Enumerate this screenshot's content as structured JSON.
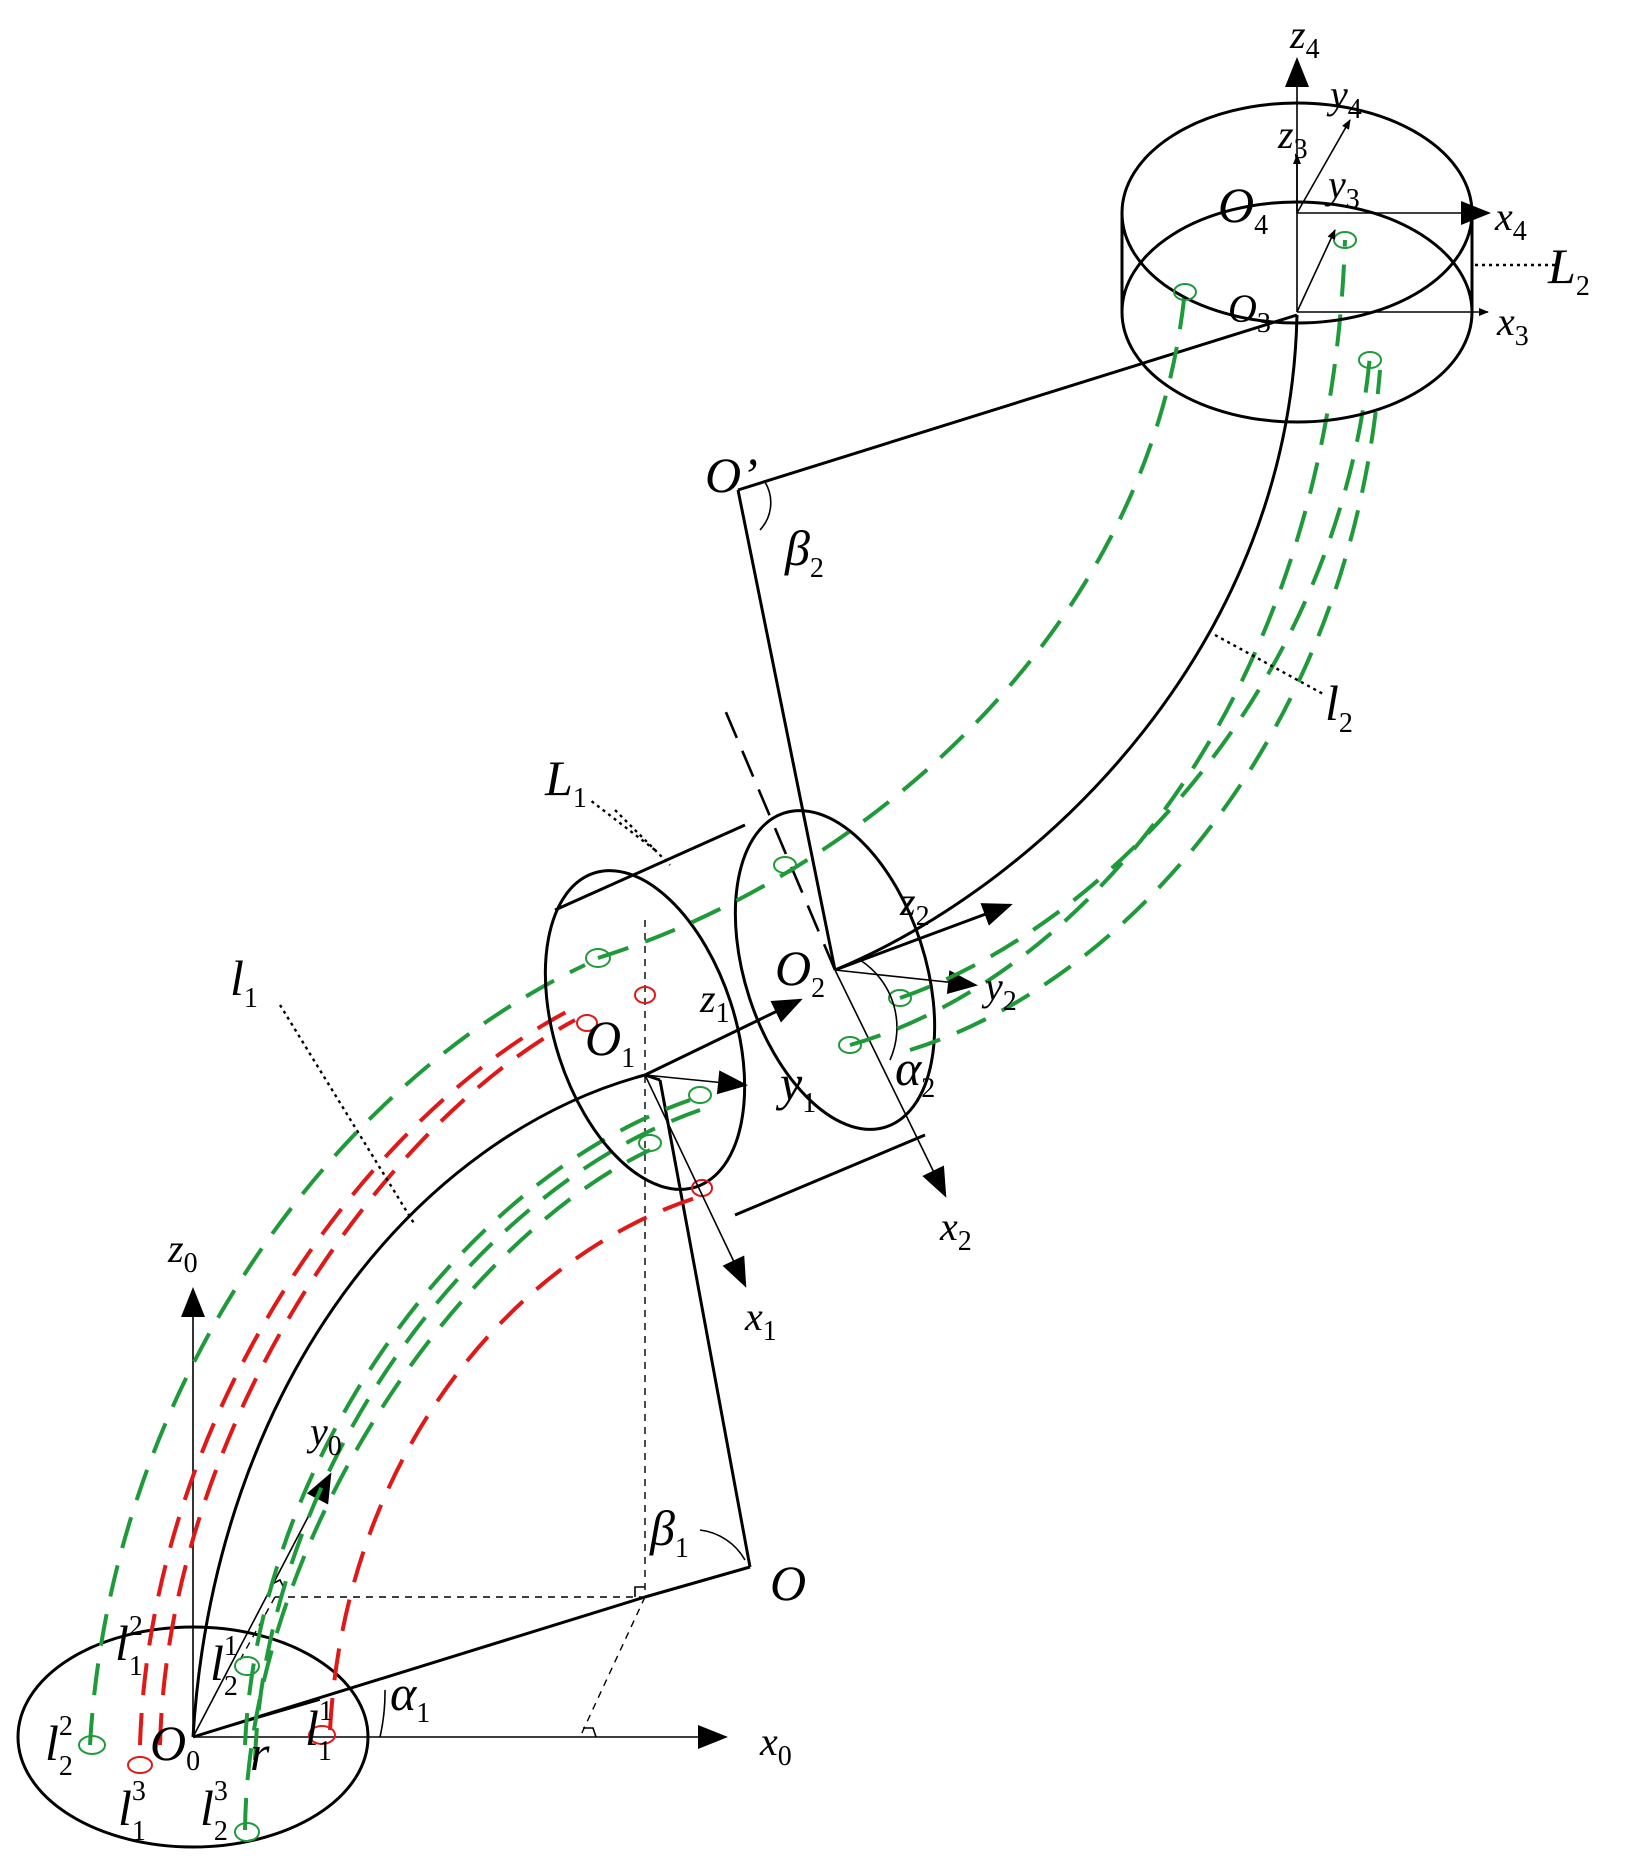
{
  "colors": {
    "line": "#000000",
    "tendon_green": "#1f9a3a",
    "tendon_red": "#e01818"
  },
  "labels": {
    "z0": "z",
    "z0_sub": "0",
    "y0": "y",
    "y0_sub": "0",
    "x0": "x",
    "x0_sub": "0",
    "O": "O",
    "O_sub": "0",
    "O_right": "O",
    "r": "r",
    "alpha1": "α",
    "alpha1_sub": "1",
    "beta1": "β",
    "beta1_sub": "1",
    "l1": "l",
    "l1_sub": "1",
    "L1": "L",
    "L1_sub": "1",
    "O1": "O",
    "O1_sub": "1",
    "z1": "z",
    "z1_sub": "1",
    "y1": "y",
    "y1_sub": "1",
    "x1": "x",
    "x1_sub": "1",
    "O2": "O",
    "O2_sub": "2",
    "z2": "z",
    "z2_sub": "2",
    "y2": "y",
    "y2_sub": "2",
    "x2": "x",
    "x2_sub": "2",
    "alpha2": "α",
    "alpha2_sub": "2",
    "Oprime": "O’",
    "beta2": "β",
    "beta2_sub": "2",
    "l2": "l",
    "l2_sub": "2",
    "L2": "L",
    "L2_sub": "2",
    "O3": "O",
    "O3_sub": "3",
    "x3": "x",
    "x3_sub": "3",
    "y3": "y",
    "y3_sub": "3",
    "z3": "z",
    "z3_sub": "3",
    "O4": "O",
    "O4_sub": "4",
    "x4": "x",
    "x4_sub": "4",
    "y4": "y",
    "y4_sub": "4",
    "z4": "z",
    "z4_sub": "4",
    "base_l2_2": "l",
    "base_l2_2_sub": "2",
    "base_l2_2_sup": "2",
    "base_l1_2": "l",
    "base_l1_2_sub": "1",
    "base_l1_2_sup": "2",
    "base_l2_1": "l",
    "base_l2_1_sub": "2",
    "base_l2_1_sup": "1",
    "base_l1_1": "l",
    "base_l1_1_sub": "1",
    "base_l1_1_sup": "1",
    "base_l1_3": "l",
    "base_l1_3_sub": "1",
    "base_l1_3_sup": "3",
    "base_l2_3": "l",
    "base_l2_3_sub": "2",
    "base_l2_3_sup": "3"
  }
}
